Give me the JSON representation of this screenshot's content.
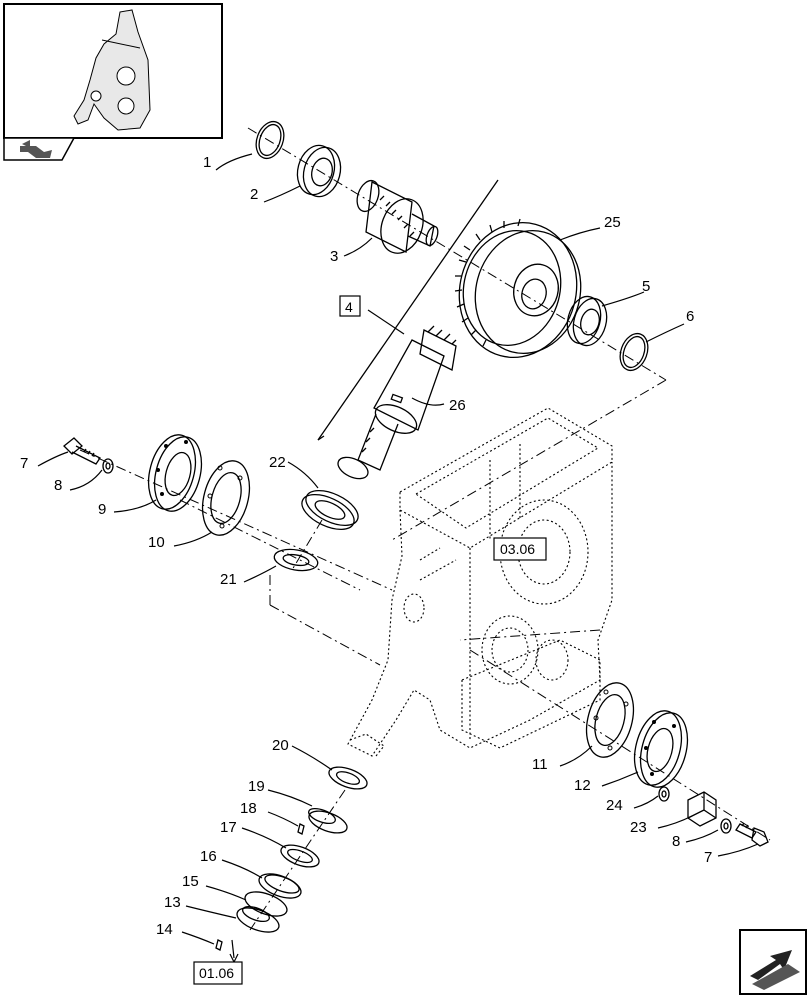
{
  "thumbnail": {
    "icon": "gearbox-thumbnail-icon",
    "nav_icon": "arrow-back-icon"
  },
  "callouts": {
    "c1": "1",
    "c2": "2",
    "c3": "3",
    "c4": "4",
    "c5": "5",
    "c6": "6",
    "c7a": "7",
    "c7b": "7",
    "c8a": "8",
    "c8b": "8",
    "c9": "9",
    "c10": "10",
    "c11": "11",
    "c12": "12",
    "c13": "13",
    "c14": "14",
    "c15": "15",
    "c16": "16",
    "c17": "17",
    "c18": "18",
    "c19": "19",
    "c20": "20",
    "c21": "21",
    "c22": "22",
    "c23": "23",
    "c24": "24",
    "c25": "25",
    "c26": "26"
  },
  "references": {
    "ref_0306": "03.06",
    "ref_0106": "01.06"
  },
  "navigation": {
    "next_icon": "arrow-next-icon"
  }
}
